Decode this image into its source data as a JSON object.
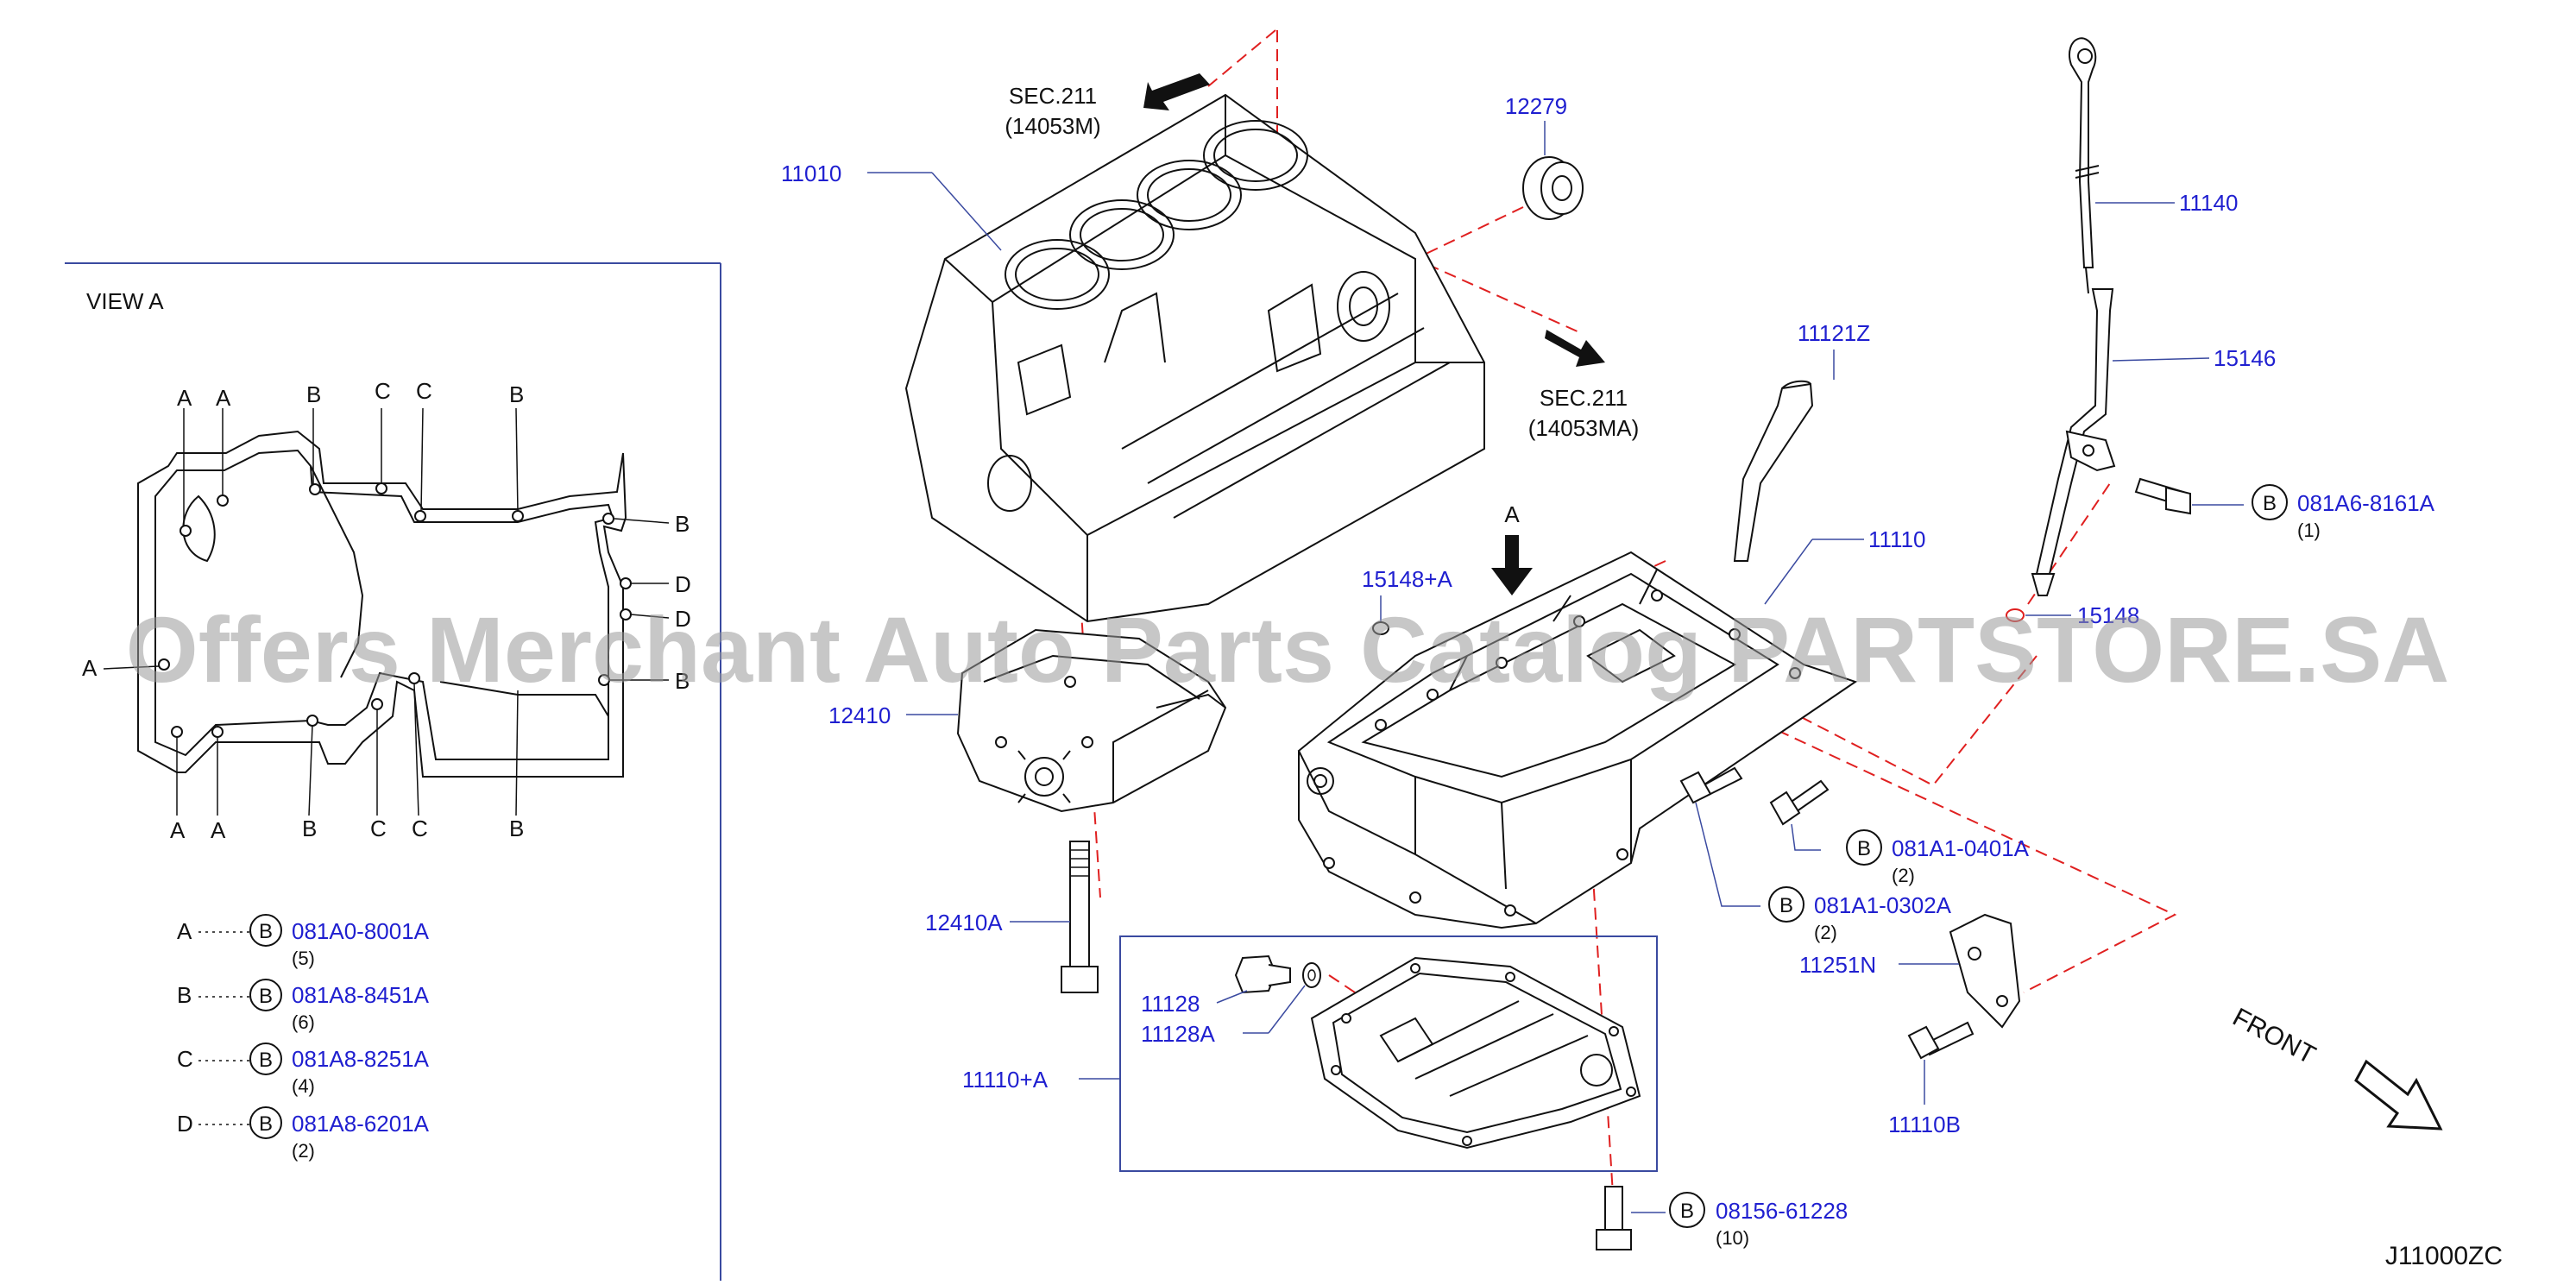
{
  "watermark": "Offers Merchant Auto Parts Catalog PARTSTORE.SA",
  "diagram_code": "J11000ZC",
  "front_label": "FRONT",
  "view": {
    "title": "VIEW   A",
    "letters": {
      "a1": "A",
      "a2": "A",
      "a3": "A",
      "a4": "A",
      "a5": "A",
      "b1": "B",
      "b2": "B",
      "b3": "B",
      "b4": "B",
      "b5": "B",
      "b6": "B",
      "c1": "C",
      "c2": "C",
      "c3": "C",
      "c4": "C",
      "d1": "D",
      "d2": "D"
    },
    "legend": [
      {
        "letter": "A",
        "code": "081A0-8001A",
        "qty": "(5)"
      },
      {
        "letter": "B",
        "code": "081A8-8451A",
        "qty": "(6)"
      },
      {
        "letter": "C",
        "code": "081A8-8251A",
        "qty": "(4)"
      },
      {
        "letter": "D",
        "code": "081A8-6201A",
        "qty": "(2)"
      }
    ]
  },
  "sec_refs": {
    "top_title": "SEC.211",
    "top_sub": "(14053M)",
    "mid_title": "SEC.211",
    "mid_sub": "(14053MA)"
  },
  "view_marker": "A",
  "parts": {
    "p11010": "11010",
    "p12279": "12279",
    "p11140": "11140",
    "p15146": "15146",
    "p11121z": "11121Z",
    "p11110": "11110",
    "p15148a": "15148+A",
    "p15148": "15148",
    "p12410": "12410",
    "p12410a": "12410A",
    "p11128": "11128",
    "p11128a": "11128A",
    "p11110a": "11110+A",
    "p11251n": "11251N",
    "p11110b": "11110B"
  },
  "bolts": [
    {
      "badge": "B",
      "code": "081A6-8161A",
      "qty": "(1)"
    },
    {
      "badge": "B",
      "code": "081A1-0401A",
      "qty": "(2)"
    },
    {
      "badge": "B",
      "code": "081A1-0302A",
      "qty": "(2)"
    },
    {
      "badge": "B",
      "code": "08156-61228",
      "qty": "(10)"
    }
  ],
  "colors": {
    "label_blue": "#1f1fd0",
    "ref_red": "#e02020",
    "line_black": "#111111"
  }
}
